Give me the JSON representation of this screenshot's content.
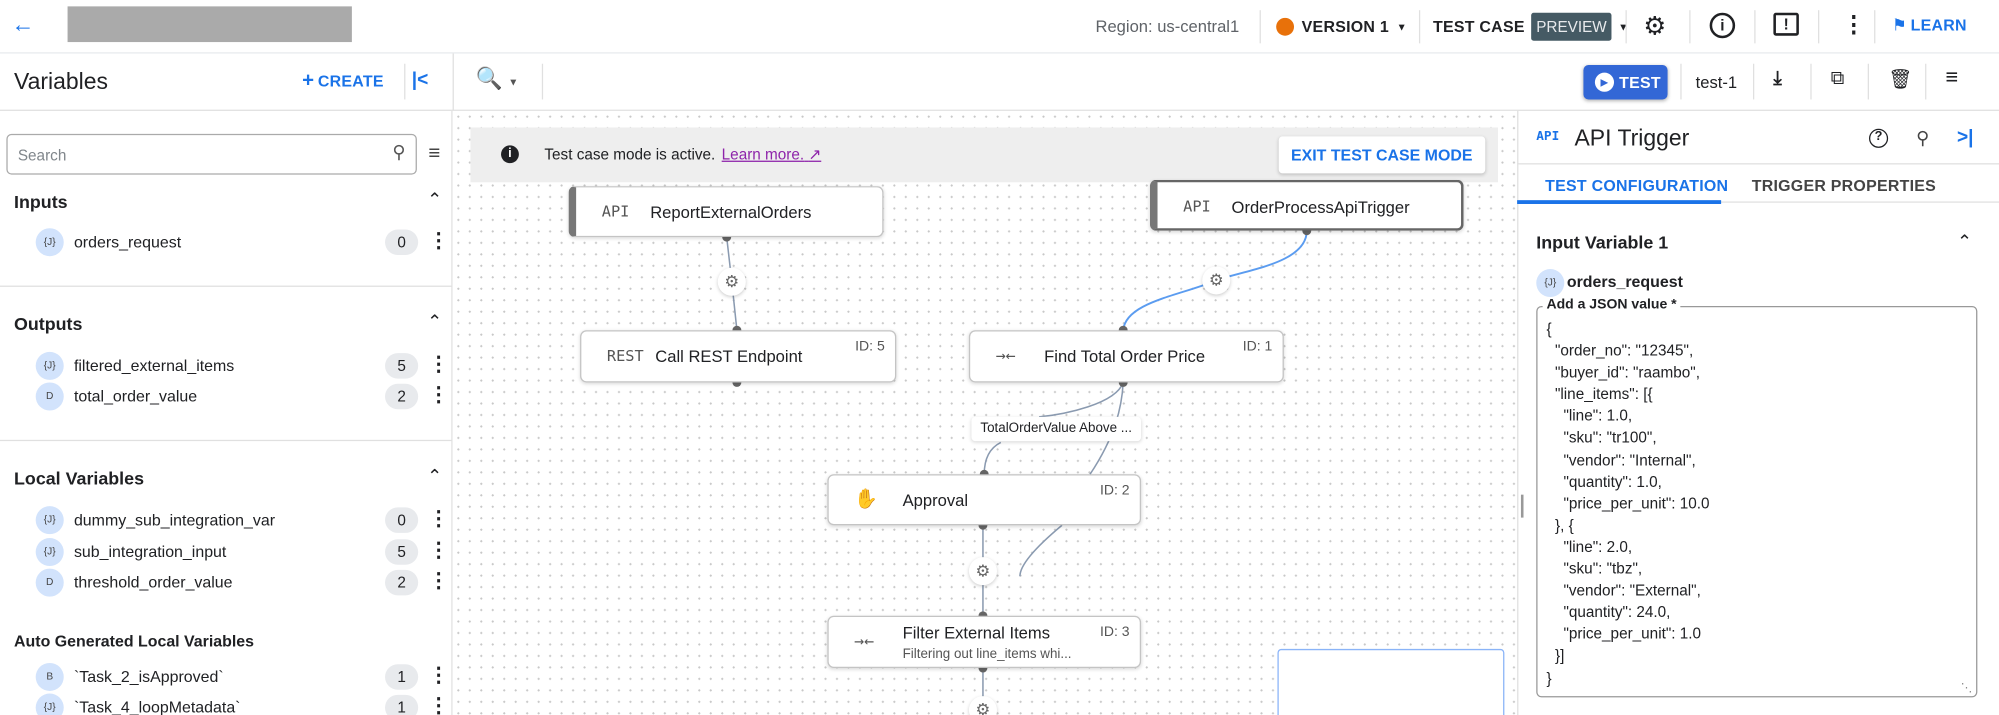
{
  "header": {
    "region": "Region: us-central1",
    "version": "VERSION 1",
    "test_case": "TEST CASE",
    "preview": "PREVIEW",
    "learn": "LEARN",
    "version_color": "#e8710a"
  },
  "toolbar": {
    "variables_title": "Variables",
    "create": "CREATE",
    "test": "TEST",
    "test_name": "test-1"
  },
  "left": {
    "search_placeholder": "Search",
    "inputs_title": "Inputs",
    "inputs": [
      {
        "type": "{J}",
        "name": "orders_request",
        "count": "0"
      }
    ],
    "outputs_title": "Outputs",
    "outputs": [
      {
        "type": "{J}",
        "name": "filtered_external_items",
        "count": "5"
      },
      {
        "type": "D",
        "name": "total_order_value",
        "count": "2"
      }
    ],
    "local_title": "Local Variables",
    "local": [
      {
        "type": "{J}",
        "name": "dummy_sub_integration_var",
        "count": "0"
      },
      {
        "type": "{J}",
        "name": "sub_integration_input",
        "count": "5"
      },
      {
        "type": "D",
        "name": "threshold_order_value",
        "count": "2"
      }
    ],
    "auto_title": "Auto Generated Local Variables",
    "auto": [
      {
        "type": "B",
        "name": "`Task_2_isApproved`",
        "count": "1"
      },
      {
        "type": "{J}",
        "name": "`Task_4_loopMetadata`",
        "count": "1"
      }
    ]
  },
  "canvas": {
    "banner_text": "Test case mode is active.",
    "banner_link": "Learn more.",
    "exit_button": "EXIT TEST CASE MODE",
    "nodes": [
      {
        "icon": "API",
        "name": "ReportExternalOrders"
      },
      {
        "icon": "API",
        "name": "OrderProcessApiTrigger"
      },
      {
        "icon": "REST",
        "name": "Call REST Endpoint",
        "id": "ID: 5"
      },
      {
        "icon": "data-mapping",
        "name": "Find Total Order Price",
        "id": "ID: 1"
      },
      {
        "icon": "hand",
        "name": "Approval",
        "id": "ID: 2"
      },
      {
        "icon": "data-mapping",
        "name": "Filter External Items",
        "id": "ID: 3",
        "subtitle": "Filtering out line_items whi..."
      }
    ],
    "edge_label": "TotalOrderValue Above ..."
  },
  "panel": {
    "icon": "API",
    "title": "API Trigger",
    "tabs": [
      "TEST CONFIGURATION",
      "TRIGGER PROPERTIES"
    ],
    "section": "Input Variable 1",
    "var_type": "{J}",
    "var_name": "orders_request",
    "json_label": "Add a JSON value *",
    "json_lines": [
      "{",
      "  \"order_no\": \"12345\",",
      "  \"buyer_id\": \"raambo\",",
      "  \"line_items\": [{",
      "    \"line\": 1.0,",
      "    \"sku\": \"tr100\",",
      "    \"vendor\": \"Internal\",",
      "    \"quantity\": 1.0,",
      "    \"price_per_unit\": 10.0",
      "  }, {",
      "    \"line\": 2.0,",
      "    \"sku\": \"tbz\",",
      "    \"vendor\": \"External\",",
      "    \"quantity\": 24.0,",
      "    \"price_per_unit\": 1.0",
      "  }]",
      "}"
    ]
  },
  "colors": {
    "accent": "#1a73e8",
    "test_button": "#3367d6",
    "preview_badge": "#455a64"
  }
}
